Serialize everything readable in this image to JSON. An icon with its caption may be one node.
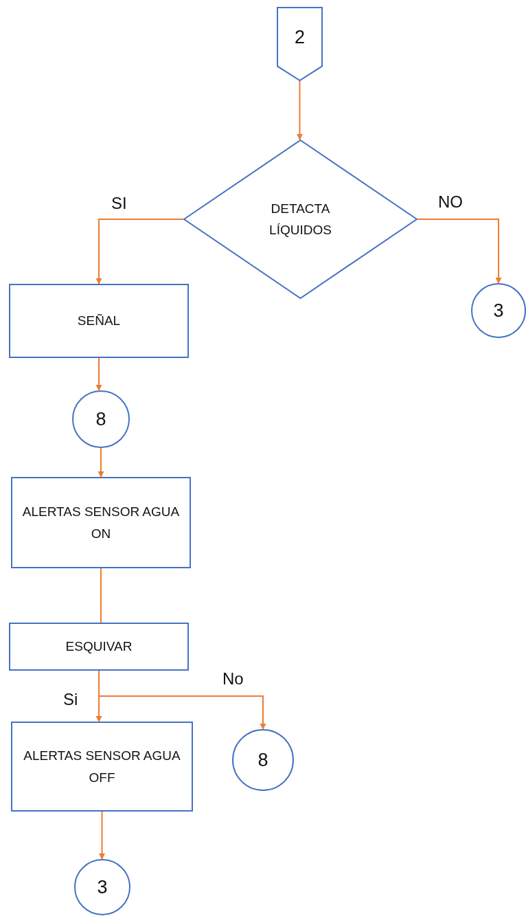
{
  "diagram": {
    "nodes": [
      {
        "text": [
          "2"
        ]
      },
      {
        "text": [
          "DETACTA LÍQUIDOS"
        ]
      },
      {
        "text": [
          "SEÑAL"
        ]
      },
      {
        "text": [
          "3"
        ]
      },
      {
        "text": [
          "8"
        ]
      },
      {
        "text": [
          "ALERTAS SENSOR AGUA ON"
        ]
      },
      {
        "text": [
          "ESQUIVAR"
        ]
      },
      {
        "text": [
          "ALERTAS SENSOR AGUA OFF"
        ]
      },
      {
        "text": [
          "8"
        ]
      },
      {
        "text": [
          "3"
        ]
      }
    ],
    "edges": [
      {
        "from": 0,
        "to": 1,
        "arrow": "to"
      },
      {
        "from": 1,
        "to": 2,
        "arrow": "to",
        "label": "SI"
      },
      {
        "from": 1,
        "to": 3,
        "arrow": "to",
        "label": "NO"
      },
      {
        "from": 2,
        "to": 4,
        "arrow": "to"
      },
      {
        "from": 4,
        "to": 5,
        "arrow": "to"
      },
      {
        "from": 5,
        "to": 6,
        "arrow": "none"
      },
      {
        "from": 6,
        "to": 7,
        "arrow": "to",
        "label": "Si"
      },
      {
        "from": 6,
        "to": 8,
        "arrow": "to",
        "label": "No"
      },
      {
        "from": 7,
        "to": 9,
        "arrow": "to"
      }
    ]
  }
}
